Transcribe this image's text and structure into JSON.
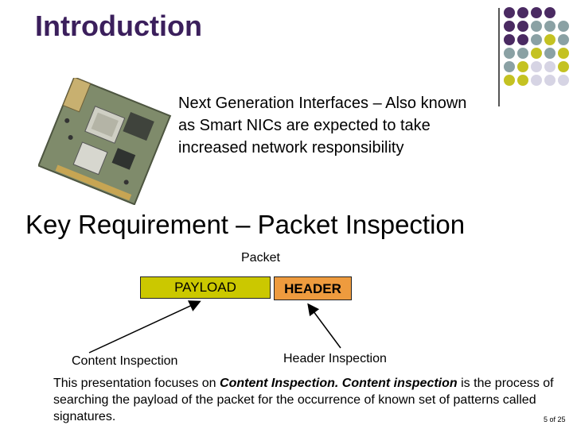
{
  "slide": {
    "title": "Introduction",
    "intro": "Next Generation Interfaces – Also known as Smart NICs are expected to take increased network responsibility",
    "heading": "Key Requirement – Packet Inspection",
    "packet_label": "Packet",
    "payload_label": "PAYLOAD",
    "header_label": "HEADER",
    "content_inspection_label": "Content Inspection",
    "header_inspection_label": "Header Inspection",
    "body": {
      "part1": "This presentation focuses on ",
      "emph1": "Content Inspection. Content inspection",
      "part2": " is the process of searching the payload of the packet for the occurrence of known set of patterns called signatures."
    },
    "page_number": "5 of 25"
  },
  "colors": {
    "title": "#3b1f5c",
    "payload": "#cbc800",
    "header": "#ee9b3e",
    "dot_purple": "#4a2a62",
    "dot_teal": "#8aa1a4",
    "dot_olive": "#c4c222",
    "dot_lavender": "#d6d4e4"
  },
  "icons": {
    "nic_image": "network-interface-card-icon",
    "decor": "dot-grid-decoration"
  }
}
